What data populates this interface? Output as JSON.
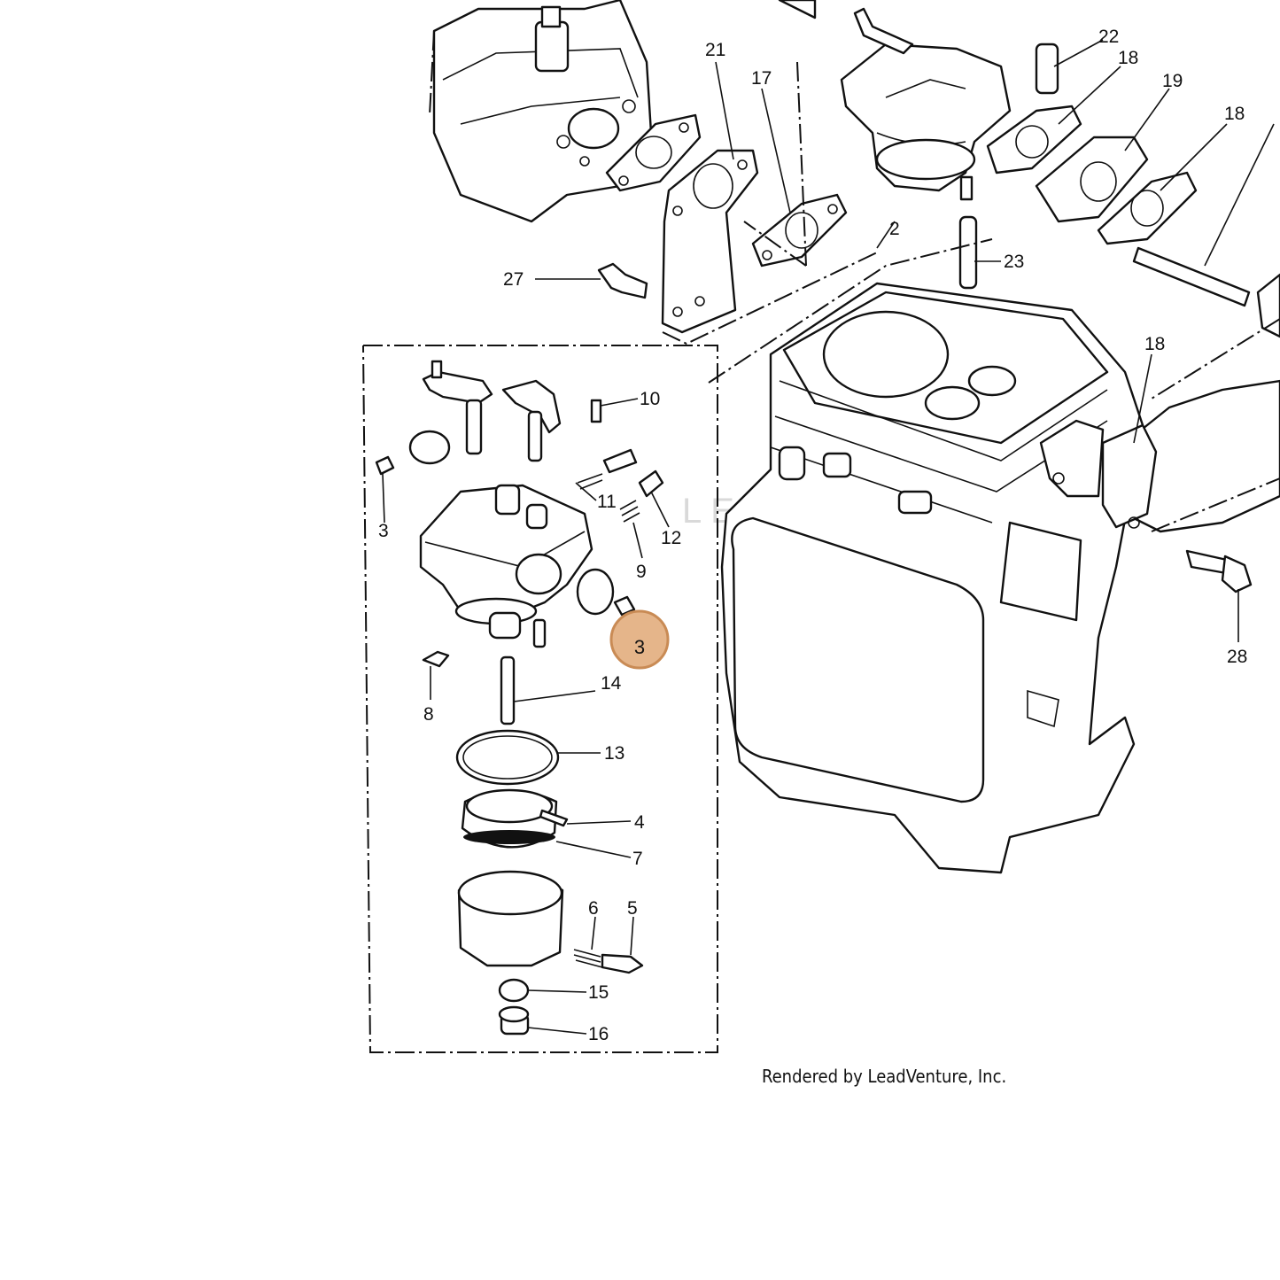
{
  "diagram": {
    "callouts": {
      "c22": "22",
      "c18a": "18",
      "c19": "19",
      "c18b": "18",
      "c21": "21",
      "c17": "17",
      "c2": "2",
      "c23": "23",
      "c27": "27",
      "c18c": "18",
      "c28": "28",
      "c10": "10",
      "c3a": "3",
      "c11": "11",
      "c12": "12",
      "c9": "9",
      "c8": "8",
      "c14": "14",
      "c13": "13",
      "c4": "4",
      "c7": "7",
      "c6": "6",
      "c5": "5",
      "c15": "15",
      "c16": "16"
    },
    "highlighted": {
      "label": "3",
      "color": "#e5b58a",
      "stroke": "#c98b55"
    },
    "watermark": "LEADVENTURE",
    "footer": "Rendered by LeadVenture, Inc."
  }
}
